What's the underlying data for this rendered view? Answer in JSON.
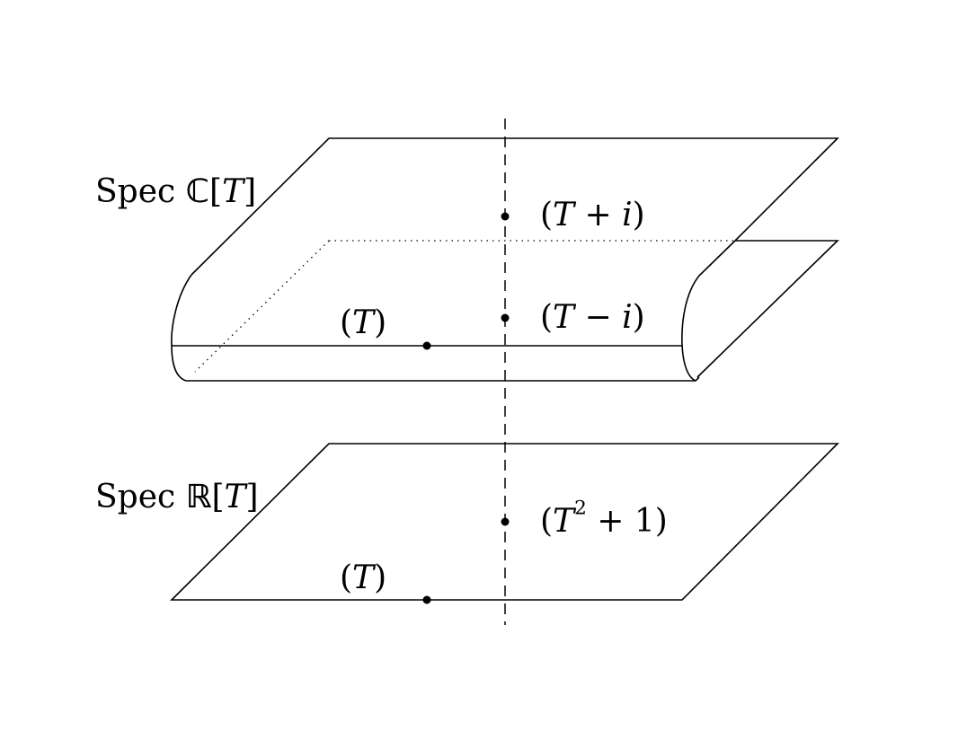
{
  "labels": {
    "spec_c": {
      "prefix": "Spec ",
      "field": "ℂ",
      "open": "[",
      "var": "T",
      "close": "]"
    },
    "spec_r": {
      "prefix": "Spec ",
      "field": "ℝ",
      "open": "[",
      "var": "T",
      "close": "]"
    },
    "upper_T": {
      "open": "(",
      "var": "T",
      "close": ")"
    },
    "lower_T": {
      "open": "(",
      "var": "T",
      "close": ")"
    },
    "t_plus_i": {
      "open": "(",
      "var": "T",
      "op": " + ",
      "imag": "i",
      "close": ")"
    },
    "t_minus_i": {
      "open": "(",
      "var": "T",
      "op": " − ",
      "imag": "i",
      "close": ")"
    },
    "t2_plus_1": {
      "open": "(",
      "var": "T",
      "exp": "2",
      "op": " + 1",
      "close": ")"
    }
  }
}
